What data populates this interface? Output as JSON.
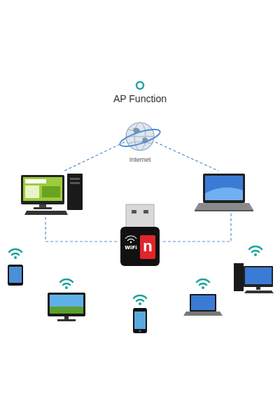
{
  "diagram": {
    "title": "AP Function",
    "labels": [
      "Internet",
      "WiFi",
      "n"
    ]
  }
}
